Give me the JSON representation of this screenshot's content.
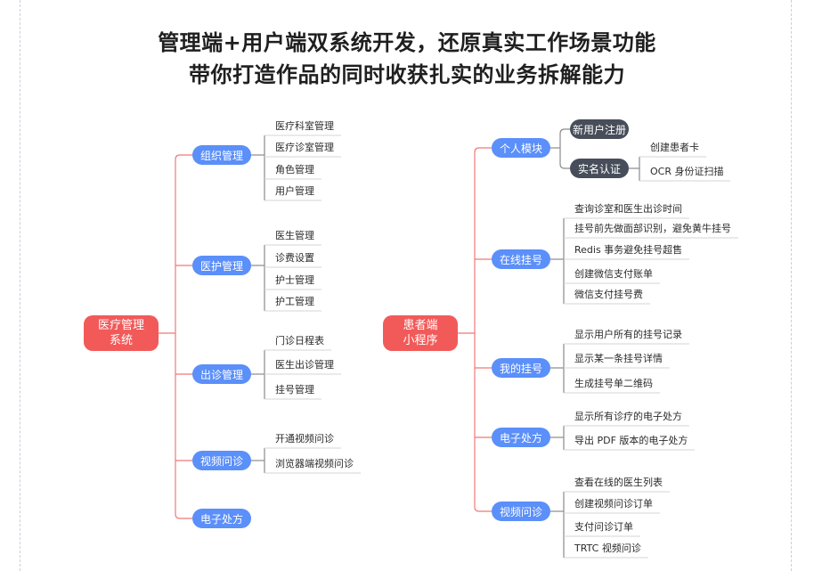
{
  "header": {
    "line1": "管理端+用户端双系统开发，还原真实工作场景功能",
    "line2": "带你打造作品的同时收获扎实的业务拆解能力"
  },
  "colors": {
    "root": "#f25a5a",
    "branch": "#5b8ff9",
    "dark_node": "#474d59",
    "root_link": "#f07878",
    "branch_link": "#8a8a8a",
    "leaf_underline": "#d4d4d4"
  },
  "admin": {
    "root_line1": "医疗管理",
    "root_line2": "系统",
    "branches": [
      {
        "label": "组织管理",
        "items": [
          "医疗科室管理",
          "医疗诊室管理",
          "角色管理",
          "用户管理"
        ]
      },
      {
        "label": "医护管理",
        "items": [
          "医生管理",
          "诊费设置",
          "护士管理",
          "护工管理"
        ]
      },
      {
        "label": "出诊管理",
        "items": [
          "门诊日程表",
          "医生出诊管理",
          "挂号管理"
        ]
      },
      {
        "label": "视频问诊",
        "items": [
          "开通视频问诊",
          "浏览器端视频问诊"
        ]
      },
      {
        "label": "电子处方",
        "items": []
      }
    ]
  },
  "patient": {
    "root_line1": "患者端",
    "root_line2": "小程序",
    "personal": {
      "label": "个人模块",
      "register": "新用户注册",
      "realname": "实名认证",
      "realname_items": [
        "创建患者卡",
        "OCR 身份证扫描"
      ]
    },
    "branches": [
      {
        "label": "在线挂号",
        "items": [
          "查询诊室和医生出诊时间",
          "挂号前先做面部识别，避免黄牛挂号",
          "Redis 事务避免挂号超售",
          "创建微信支付账单",
          "微信支付挂号费"
        ]
      },
      {
        "label": "我的挂号",
        "items": [
          "显示用户所有的挂号记录",
          "显示某一条挂号详情",
          "生成挂号单二维码"
        ]
      },
      {
        "label": "电子处方",
        "items": [
          "显示所有诊疗的电子处方",
          "导出 PDF 版本的电子处方"
        ]
      },
      {
        "label": "视频问诊",
        "items": [
          "查看在线的医生列表",
          "创建视频问诊订单",
          "支付问诊订单",
          "TRTC 视频问诊"
        ]
      }
    ]
  }
}
